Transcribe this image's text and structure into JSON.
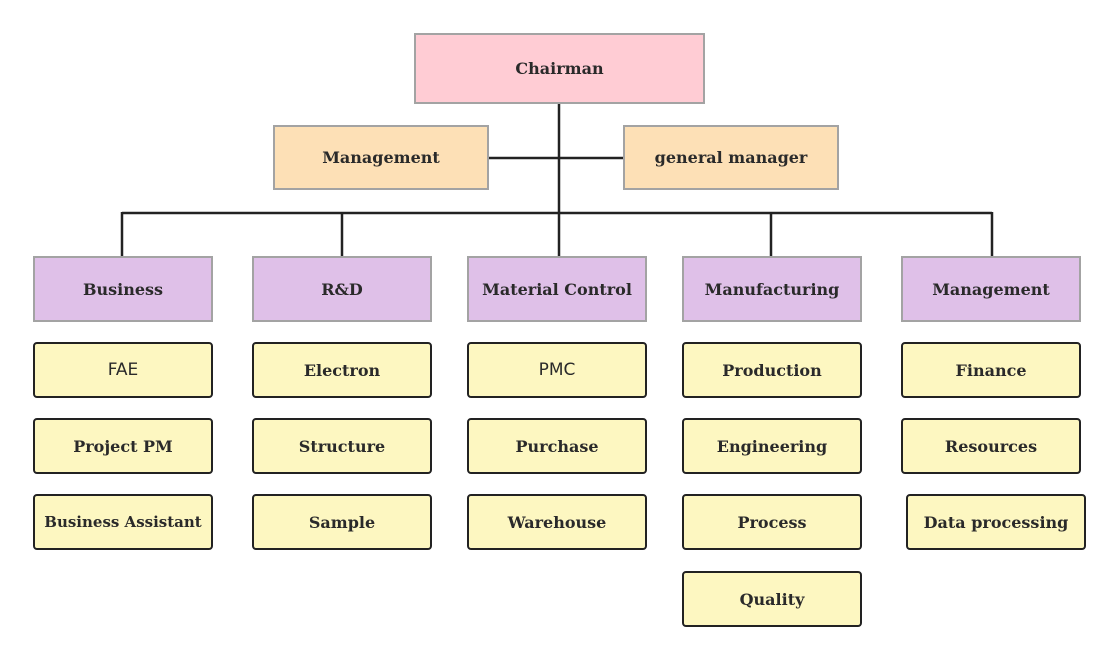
{
  "chairman": "Chairman",
  "executives": {
    "left": "Management",
    "right": "general manager"
  },
  "departments": [
    {
      "name": "Business",
      "units": [
        "FAE",
        "Project PM",
        "Business Assistant"
      ]
    },
    {
      "name": "R&D",
      "units": [
        "Electron",
        "Structure",
        "Sample"
      ]
    },
    {
      "name": "Material Control",
      "units": [
        "PMC",
        "Purchase",
        "Warehouse"
      ]
    },
    {
      "name": "Manufacturing",
      "units": [
        "Production",
        "Engineering",
        "Process",
        "Quality"
      ]
    },
    {
      "name": "Management",
      "units": [
        "Finance",
        "Resources",
        "Data processing"
      ]
    }
  ],
  "colors": {
    "chairman": "#ffccd4",
    "executive": "#fde0b6",
    "department": "#dfc0e8",
    "unit": "#fdf7c1",
    "line": "#222222"
  }
}
